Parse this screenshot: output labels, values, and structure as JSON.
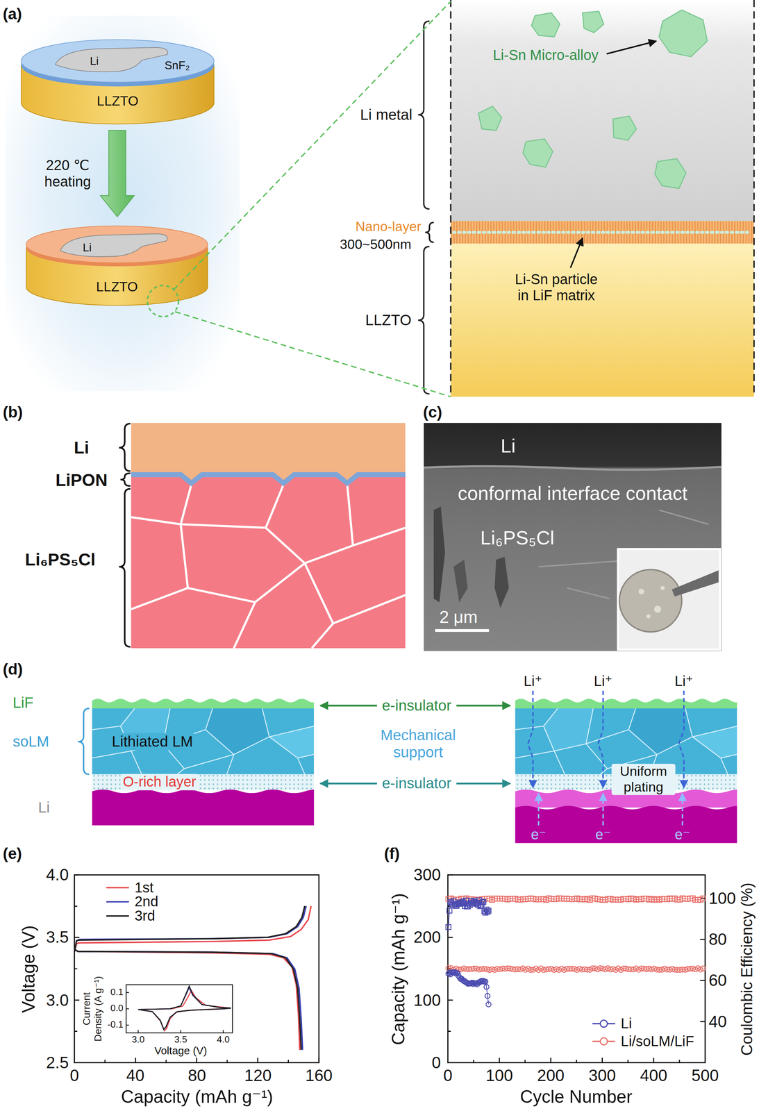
{
  "diagram": {
    "nodes": [
      {
        "text": [
          "Li",
          "SnF₂",
          "LLZTO"
        ]
      },
      {
        "text": [
          "Li",
          "LLZTO"
        ]
      }
    ],
    "edges": [
      {
        "from": 0,
        "to": 1,
        "arrow": "to",
        "label": "220 ℃ heating"
      }
    ],
    "labels": [
      "(a)",
      "Li-Sn Micro-alloy",
      "Li metal",
      "Nano-layer",
      "300~500nm",
      "Li-Sn particle in LiF matrix",
      "LLZTO",
      "(b)",
      "Li",
      "LiPON",
      "Li₆PS₅Cl",
      "(c)",
      "Li",
      "conformal interface contact",
      "Li₆PS₅Cl",
      "2 μm",
      "(d)",
      "LiF",
      "soLM",
      "Lithiated LM",
      "O-rich layer",
      "Li",
      "e-insulator",
      "Mechanical support",
      "e-insulator",
      "Li⁺",
      "Li⁺",
      "Li⁺",
      "Uniform plating",
      "e⁻",
      "e⁻",
      "e⁻",
      "(e)",
      "4.0",
      "3.5",
      "3.0",
      "2.5",
      "0",
      "40",
      "80",
      "120",
      "160",
      "Voltage (V)",
      "Capacity (mAh g⁻¹)",
      "0.1",
      "0.0",
      "-0.1",
      "Current Density (A g⁻¹)",
      "3.0",
      "3.5",
      "4.0",
      "Voltage (V)",
      "(f)",
      "0",
      "100",
      "200",
      "300",
      "100",
      "80",
      "60",
      "40",
      "0",
      "100",
      "200",
      "300",
      "400",
      "500",
      "Capacity (mAh g⁻¹)",
      "Coulombic Efficiency (%)",
      "Cycle Number"
    ],
    "legend": [
      {
        "text": "1st"
      },
      {
        "text": "2nd"
      },
      {
        "text": "3rd"
      },
      {
        "text": "Li"
      },
      {
        "text": "Li/soLM/LiF"
      }
    ]
  }
}
